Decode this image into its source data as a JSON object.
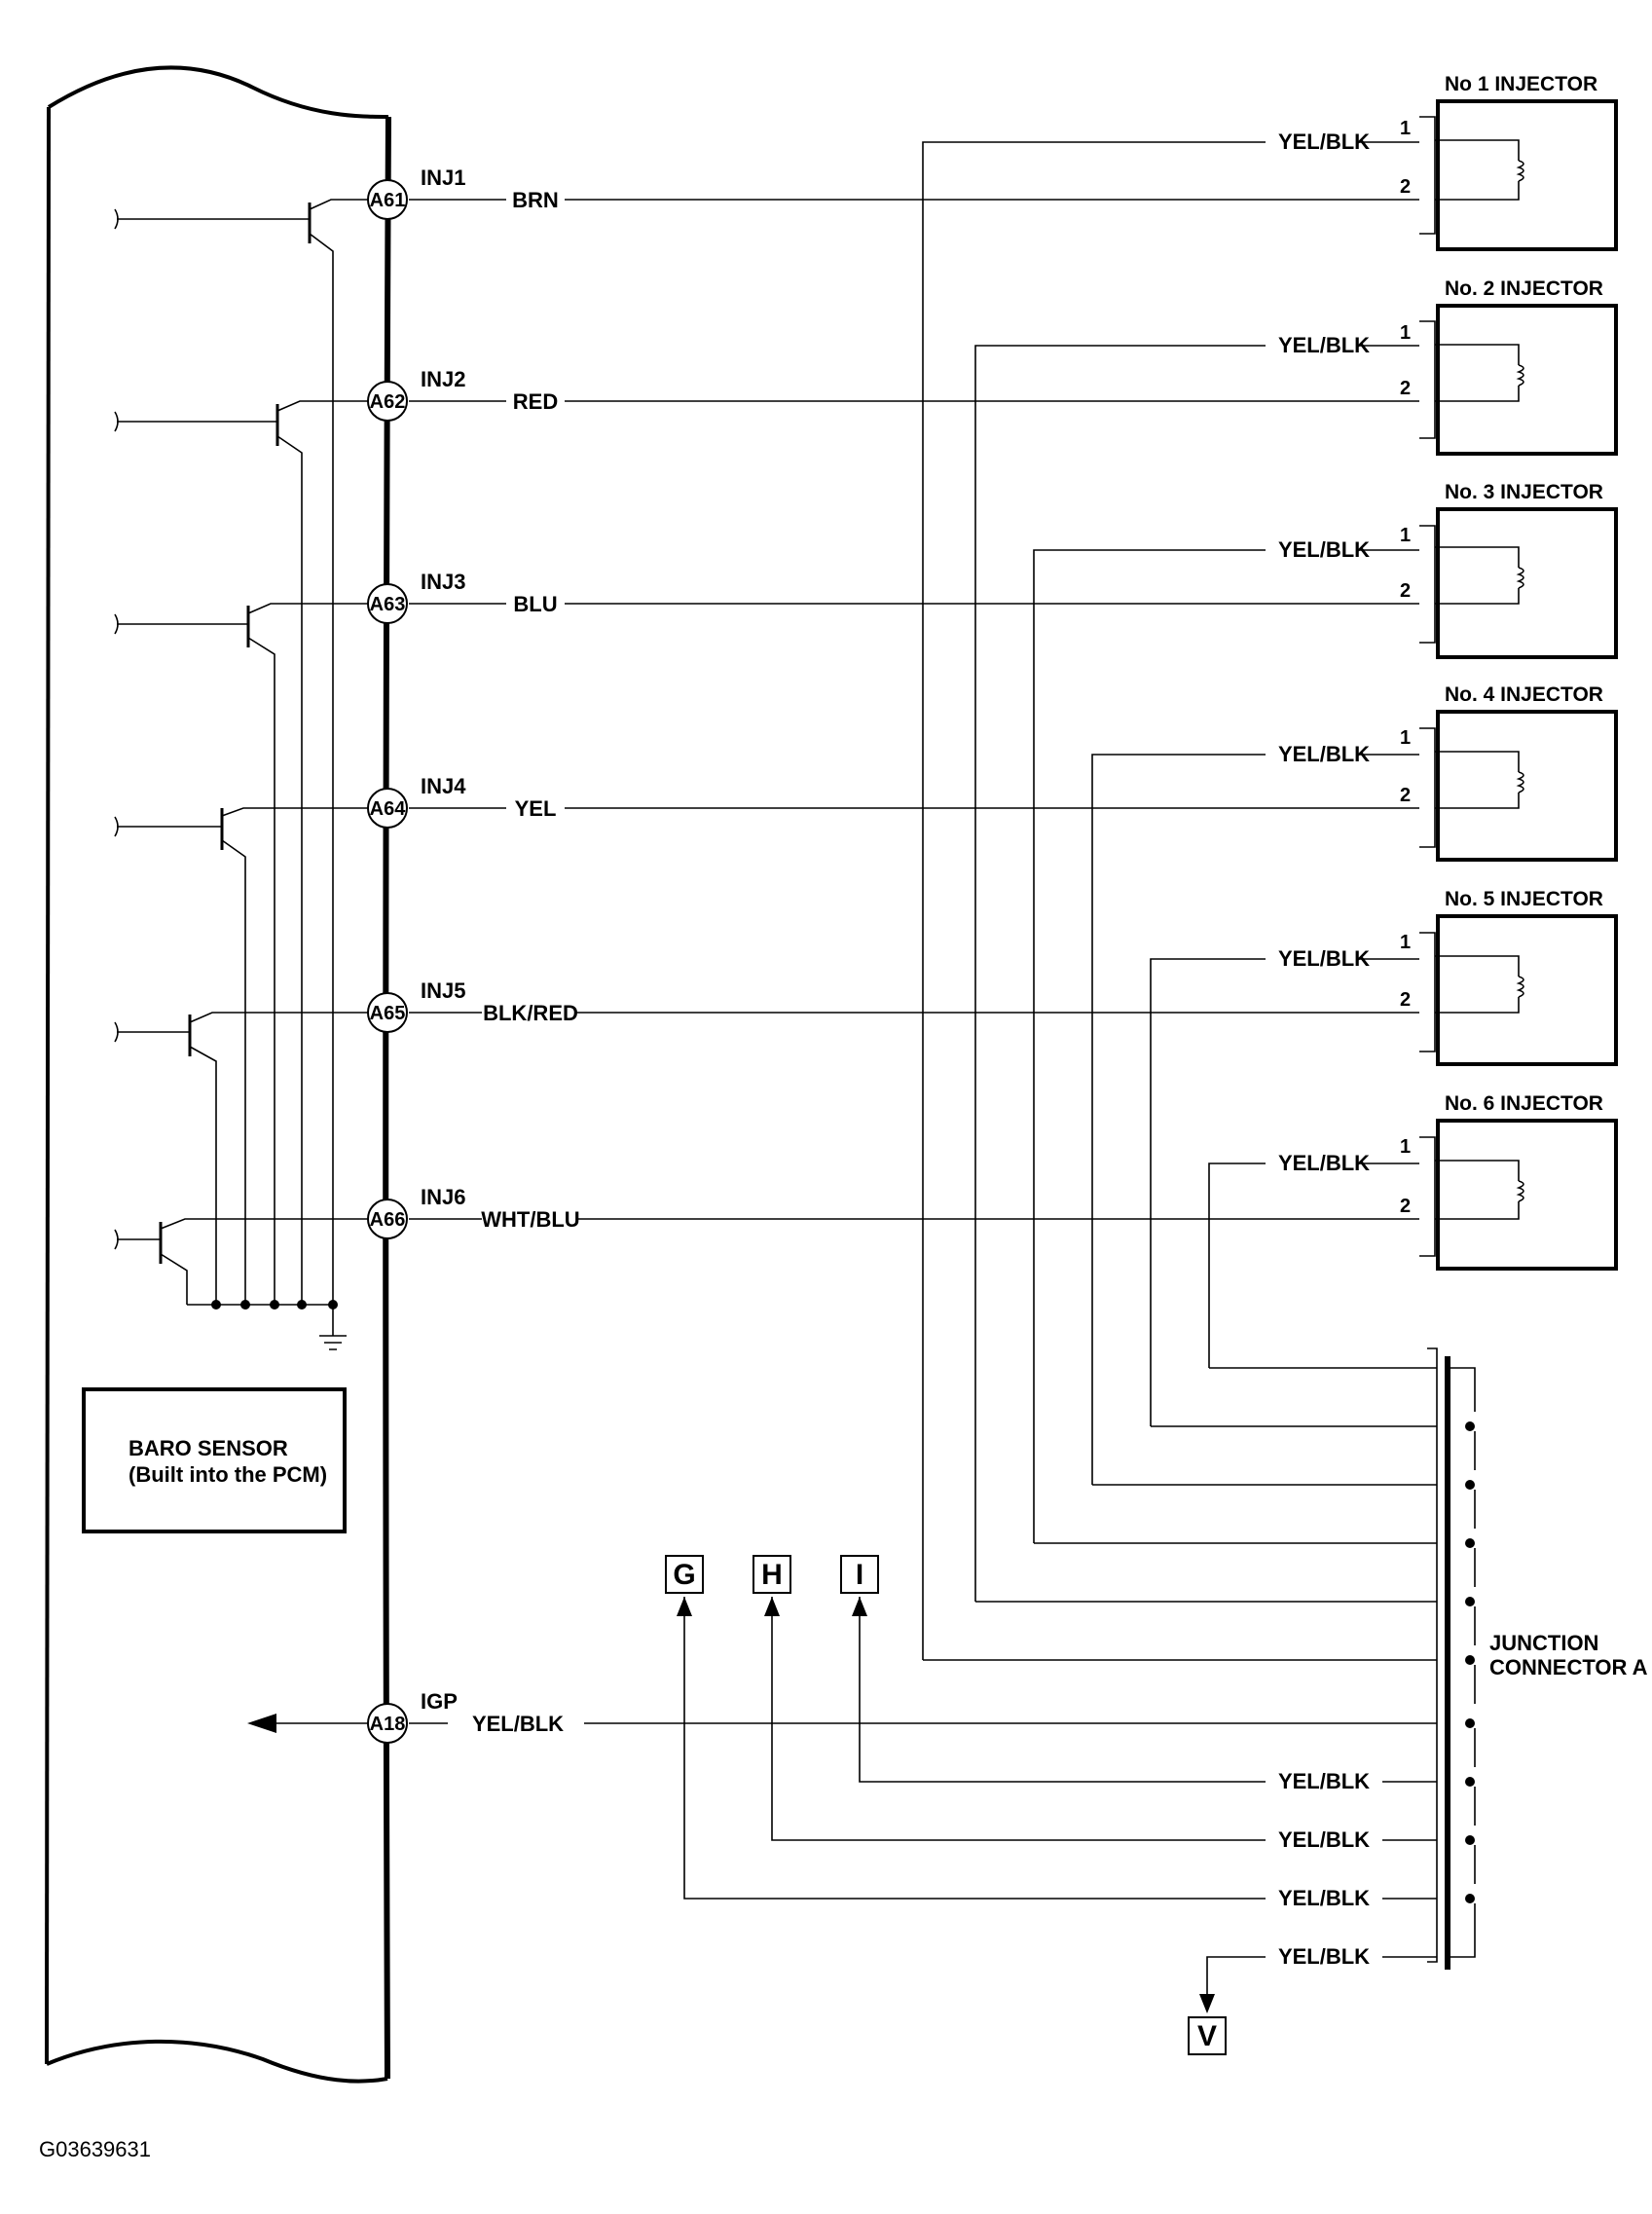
{
  "pcm": {
    "baro_sensor_line1": "BARO SENSOR",
    "baro_sensor_line2": "(Built into the PCM)"
  },
  "pins": [
    {
      "terminal": "A61",
      "signal": "INJ1",
      "wire_color": "BRN"
    },
    {
      "terminal": "A62",
      "signal": "INJ2",
      "wire_color": "RED"
    },
    {
      "terminal": "A63",
      "signal": "INJ3",
      "wire_color": "BLU"
    },
    {
      "terminal": "A64",
      "signal": "INJ4",
      "wire_color": "YEL"
    },
    {
      "terminal": "A65",
      "signal": "INJ5",
      "wire_color": "BLK/RED"
    },
    {
      "terminal": "A66",
      "signal": "INJ6",
      "wire_color": "WHT/BLU"
    }
  ],
  "igp": {
    "terminal": "A18",
    "signal": "IGP",
    "wire_color": "YEL/BLK"
  },
  "injectors": [
    {
      "title": "No 1 INJECTOR",
      "supply_wire": "YEL/BLK",
      "pin1": "1",
      "pin2": "2"
    },
    {
      "title": "No. 2 INJECTOR",
      "supply_wire": "YEL/BLK",
      "pin1": "1",
      "pin2": "2"
    },
    {
      "title": "No. 3 INJECTOR",
      "supply_wire": "YEL/BLK",
      "pin1": "1",
      "pin2": "2"
    },
    {
      "title": "No. 4 INJECTOR",
      "supply_wire": "YEL/BLK",
      "pin1": "1",
      "pin2": "2"
    },
    {
      "title": "No. 5 INJECTOR",
      "supply_wire": "YEL/BLK",
      "pin1": "1",
      "pin2": "2"
    },
    {
      "title": "No. 6 INJECTOR",
      "supply_wire": "YEL/BLK",
      "pin1": "1",
      "pin2": "2"
    }
  ],
  "junction": {
    "line1": "JUNCTION",
    "line2": "CONNECTOR A"
  },
  "outputs": [
    {
      "box": "G",
      "wire_color": "YEL/BLK"
    },
    {
      "box": "H",
      "wire_color": "YEL/BLK"
    },
    {
      "box": "I",
      "wire_color": "YEL/BLK"
    },
    {
      "box": "V",
      "wire_color": "YEL/BLK"
    }
  ],
  "figure_id": "G03639631"
}
